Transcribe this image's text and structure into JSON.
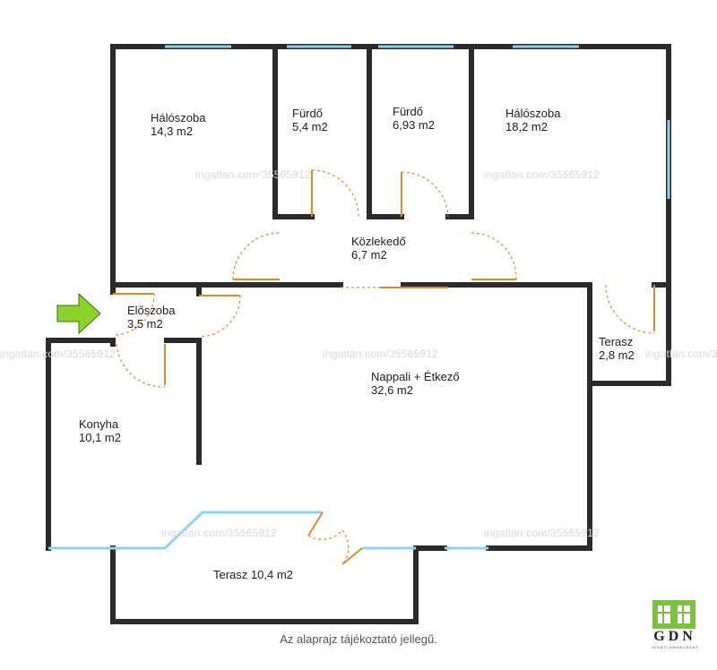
{
  "watermark_text": "ingatlan.com/35565912",
  "rooms": [
    {
      "name": "Hálószoba",
      "area": "14,3 m2"
    },
    {
      "name": "Fürdő",
      "area": "5,4 m2"
    },
    {
      "name": "Fürdő",
      "area": "6,93 m2"
    },
    {
      "name": "Hálószoba",
      "area": "18,2 m2"
    },
    {
      "name": "Közlekedő",
      "area": "6,7 m2"
    },
    {
      "name": "Előszoba",
      "area": "3,5 m2"
    },
    {
      "name": "Nappali + Étkező",
      "area": "32,6 m2"
    },
    {
      "name": "Terasz",
      "area": "2,8 m2"
    },
    {
      "name": "Konyha",
      "area": "10,1 m2"
    }
  ],
  "terrace_label": "Terasz 10,4 m2",
  "caption": "Az alaprajz tájékoztató jellegű.",
  "logo": {
    "text": "GDN",
    "subtitle": "INGATLANHÁLÓZAT"
  },
  "colors": {
    "wall": "#2b2b2b",
    "window": "#8fd3e6",
    "door": "#e08a2e",
    "entrance_arrow": "#8bd32a",
    "logo_green": "#7cc242"
  }
}
